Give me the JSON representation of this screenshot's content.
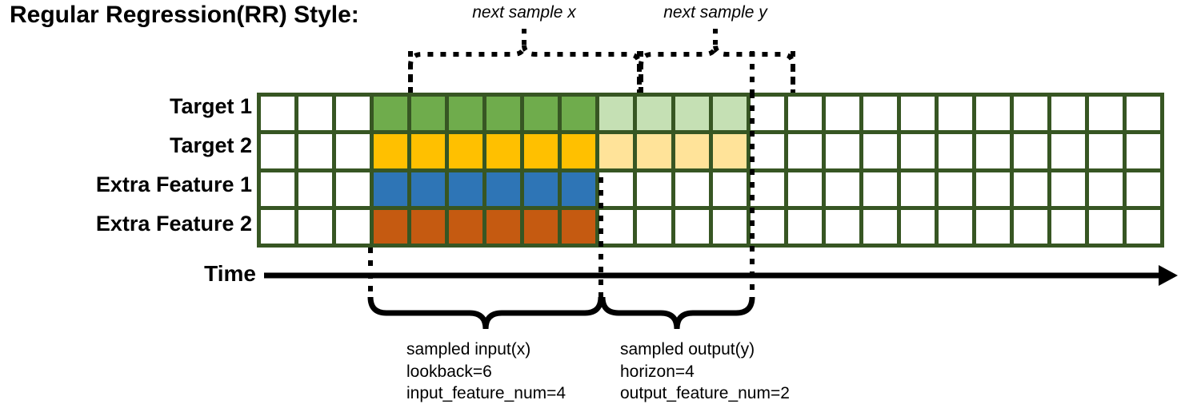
{
  "title": "Regular Regression(RR) Style:",
  "rows": [
    {
      "label": "Target 1",
      "color": "#6fac4c",
      "light_color": "#c5e0b4",
      "dark_count": 6,
      "light_count": 4
    },
    {
      "label": "Target 2",
      "color": "#ffc000",
      "light_color": "#ffe399",
      "dark_count": 6,
      "light_count": 4
    },
    {
      "label": "Extra Feature 1",
      "color": "#2e75b6",
      "light_color": null,
      "dark_count": 6,
      "light_count": 0
    },
    {
      "label": "Extra Feature 2",
      "color": "#c55a11",
      "light_color": null,
      "dark_count": 6,
      "light_count": 0
    }
  ],
  "grid": {
    "total_columns": 24,
    "leading_blank_columns": 3,
    "border_color": "#375623",
    "empty_color": "#ffffff"
  },
  "top_braces": [
    {
      "label": "next sample x"
    },
    {
      "label": "next sample y"
    }
  ],
  "time_axis": {
    "label": "Time"
  },
  "bottom_braces": [
    {
      "lines": [
        "sampled input(x)",
        "lookback=6",
        "input_feature_num=4"
      ]
    },
    {
      "lines": [
        "sampled output(y)",
        "horizon=4",
        "output_feature_num=2"
      ]
    }
  ]
}
